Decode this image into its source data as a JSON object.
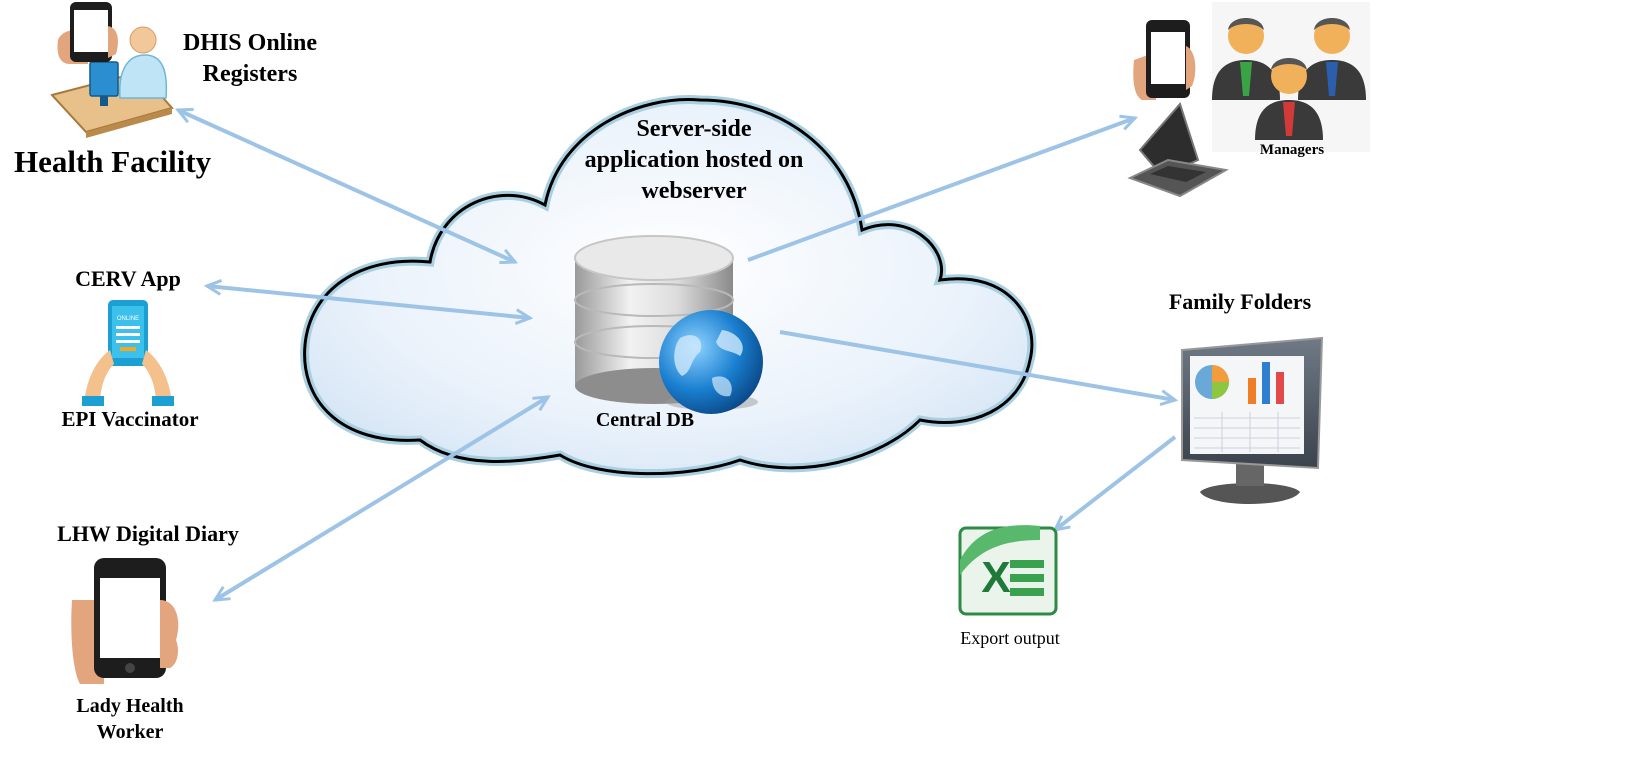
{
  "cloud": {
    "title_lines": [
      "Server-side",
      "application hosted on",
      "webserver"
    ],
    "db_label": "Central DB"
  },
  "health_facility": {
    "top_label_lines": [
      "DHIS Online",
      "Registers"
    ],
    "title": "Health Facility"
  },
  "cerv": {
    "app_label": "CERV App",
    "user_label": "EPI Vaccinator"
  },
  "lhw": {
    "app_label": "LHW Digital Diary",
    "user_label_lines": [
      "Lady Health",
      "Worker"
    ]
  },
  "managers": {
    "label": "Managers"
  },
  "family_folders": {
    "label": "Family Folders"
  },
  "export": {
    "label": "Export output"
  },
  "colors": {
    "arrow": "#9dc3e6",
    "cloud_fill": "#e6f0fb",
    "cloud_outline_outer": "#a9cfe0",
    "cloud_outline_inner": "#000000",
    "excel_green": "#1f7a3a"
  }
}
